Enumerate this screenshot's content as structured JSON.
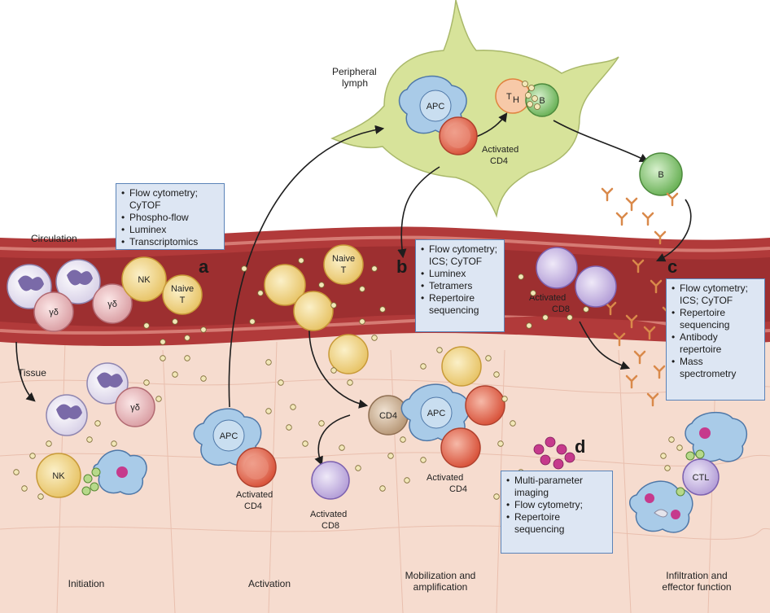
{
  "labels": {
    "peripheral_lymph": [
      "Peripheral",
      "lymph"
    ],
    "circulation": "Circulation",
    "tissue": "Tissue"
  },
  "panel_letters": [
    "a",
    "b",
    "c",
    "d"
  ],
  "stages": {
    "initiation": [
      "Initiation"
    ],
    "activation": [
      "Activation"
    ],
    "mobilization": [
      "Mobilization and",
      "amplification"
    ],
    "infiltration": [
      "Infiltration and",
      "effector function"
    ]
  },
  "cells": {
    "apc": "APC",
    "th_main": "T",
    "th_sub": "H",
    "b": "B",
    "nk": "NK",
    "naive_t": [
      "Naive",
      "T"
    ],
    "gamma_delta": "γδ",
    "cd4": "CD4",
    "ctl": "CTL",
    "activated_cd4": [
      "Activated",
      "CD4"
    ],
    "activated_cd8": [
      "Activated",
      "CD8"
    ],
    "activated_cd8_inline": "Activated",
    "activated_cd8_inline2": "CD8"
  },
  "boxes": {
    "a": [
      "Flow cytometry; CyTOF",
      "Phospho-flow",
      "Luminex",
      "Transcriptomics"
    ],
    "b": [
      "Flow cytometry; ICS; CyTOF",
      "Luminex",
      "Tetramers",
      "Repertoire sequencing"
    ],
    "c": [
      "Flow cytometry; ICS; CyTOF",
      "Repertoire sequencing",
      "Antibody repertoire",
      "Mass spectrometry"
    ],
    "d": [
      "Multi-parameter imaging",
      "Flow cytometry;",
      "Repertoire sequencing"
    ]
  },
  "colors": {
    "vessel": "#b13a3a",
    "vessel_dark": "#8e2a2a",
    "tissue": "#f6dccf",
    "lymph_node": "#d7e39a",
    "apc": "#a9cbe8",
    "activated_cd4": "#e9705a",
    "naive_t": "#f2d47e",
    "b_cell": "#8fc97e",
    "cd8": "#c7b6e2",
    "box_fill": "#dde6f3",
    "box_border": "#5b83b8",
    "antibody": "#d9894a"
  }
}
